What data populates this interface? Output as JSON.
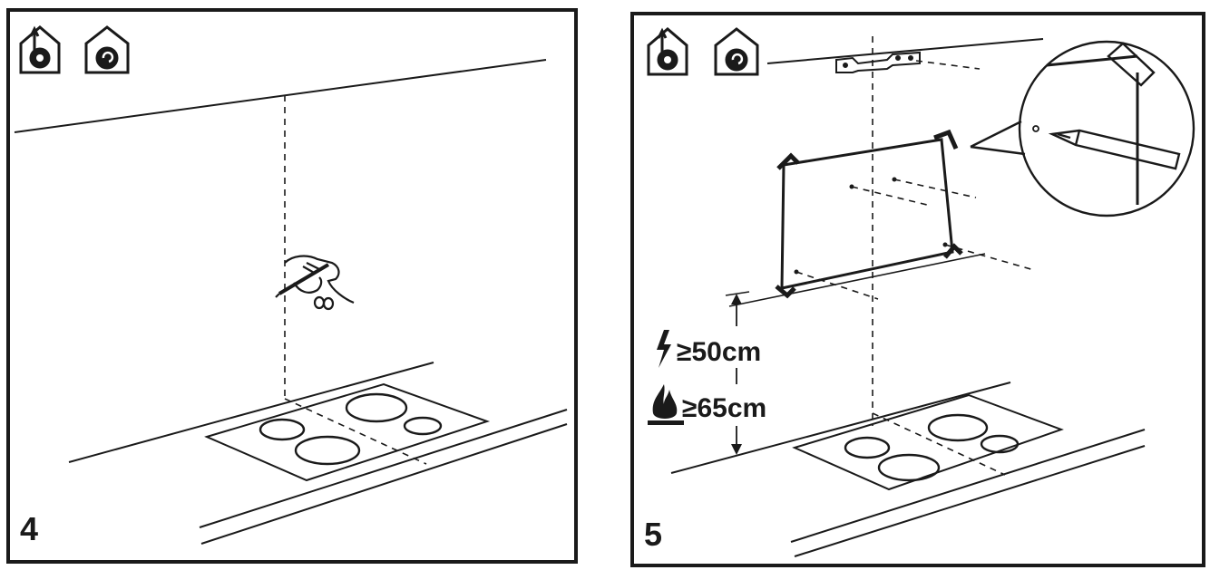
{
  "panels": [
    {
      "step_number": "4"
    },
    {
      "step_number": "5",
      "clearance_electric": "≥50cm",
      "clearance_gas": "≥65cm"
    }
  ],
  "icons": {
    "extraction_mode": "extraction-mode-icon",
    "recirculation_mode": "recirculation-mode-icon",
    "electric": "lightning-icon",
    "gas": "gas-flame-icon",
    "hand_pencil": "hand-pencil-icon"
  },
  "colors": {
    "ink": "#1a1a1a",
    "background": "#ffffff"
  }
}
